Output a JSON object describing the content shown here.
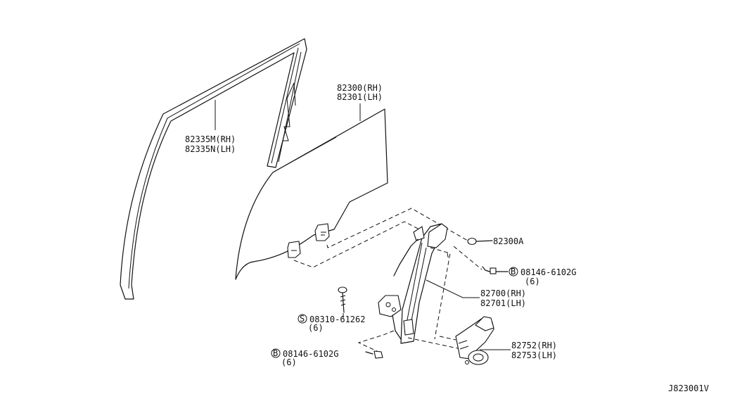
{
  "labels": {
    "glass_rh": "82300(RH)",
    "glass_lh": "82301(LH)",
    "channel_rh": "82335M(RH)",
    "channel_lh": "82335N(LH)",
    "bolt_a": "82300A",
    "bolt_b_upper_part": "08146-6102G",
    "bolt_b_upper_qty": "(6)",
    "regulator_rh": "82700(RH)",
    "regulator_lh": "82701(LH)",
    "screw_s_part": "08310-61262",
    "screw_s_qty": "(6)",
    "bolt_b_lower_part": "08146-6102G",
    "bolt_b_lower_qty": "(6)",
    "motor_rh": "82752(RH)",
    "motor_lh": "82753(LH)",
    "ref_code": "J823001V"
  },
  "markers": {
    "b": "B",
    "s": "S"
  }
}
